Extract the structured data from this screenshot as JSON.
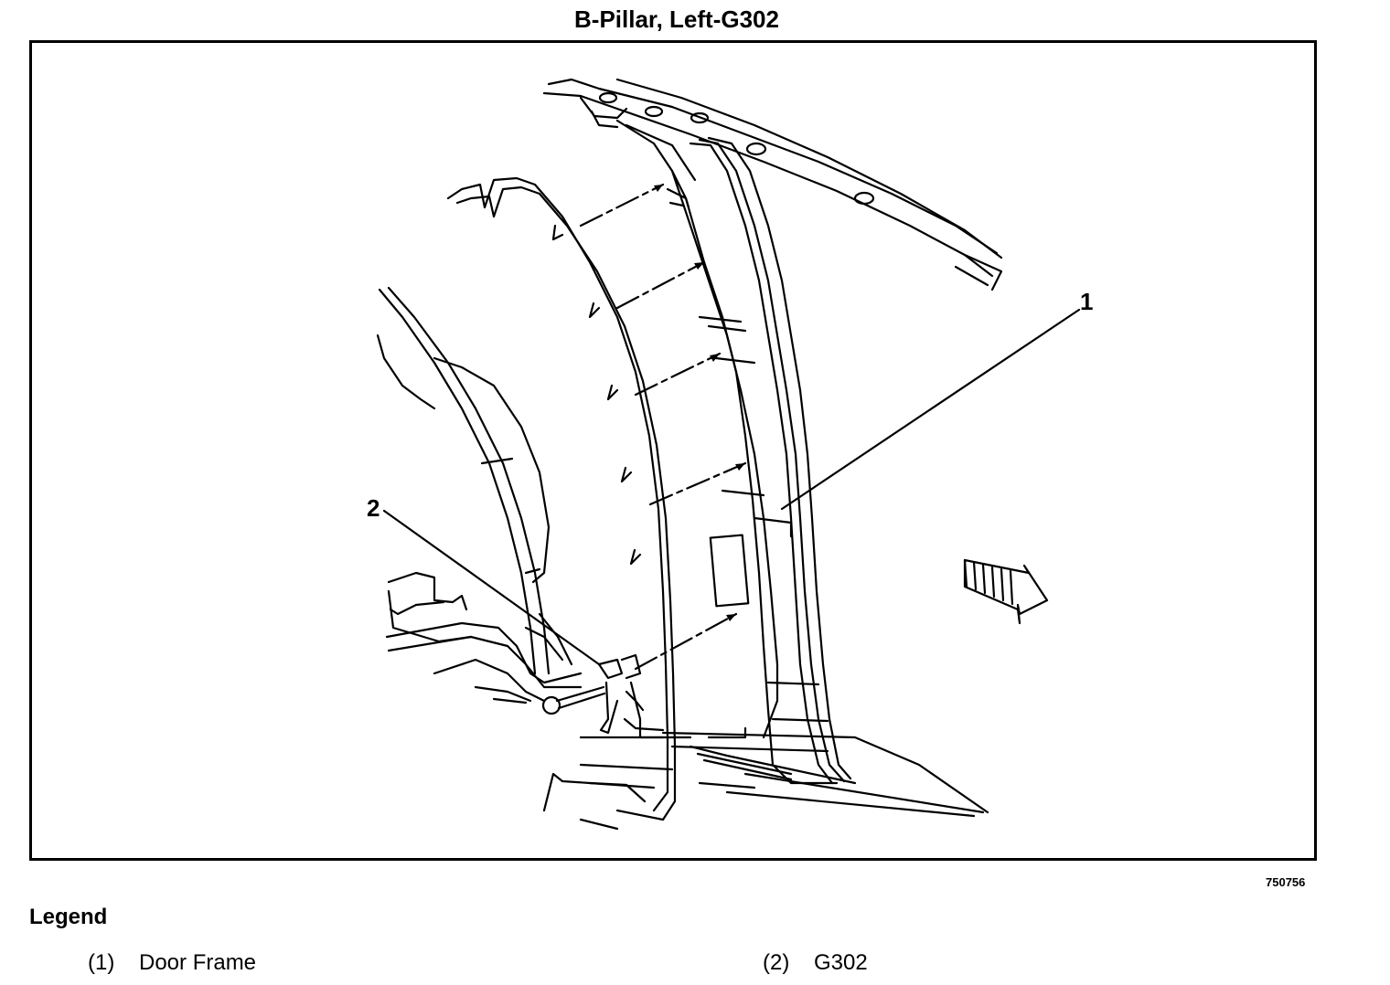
{
  "title": "B-Pillar, Left-G302",
  "figure_id": "750756",
  "callouts": [
    {
      "label": "1",
      "ref": "door-frame"
    },
    {
      "label": "2",
      "ref": "g302"
    }
  ],
  "legend": {
    "heading": "Legend",
    "items": [
      {
        "number": "(1)",
        "text": "Door Frame"
      },
      {
        "number": "(2)",
        "text": "G302"
      }
    ]
  }
}
